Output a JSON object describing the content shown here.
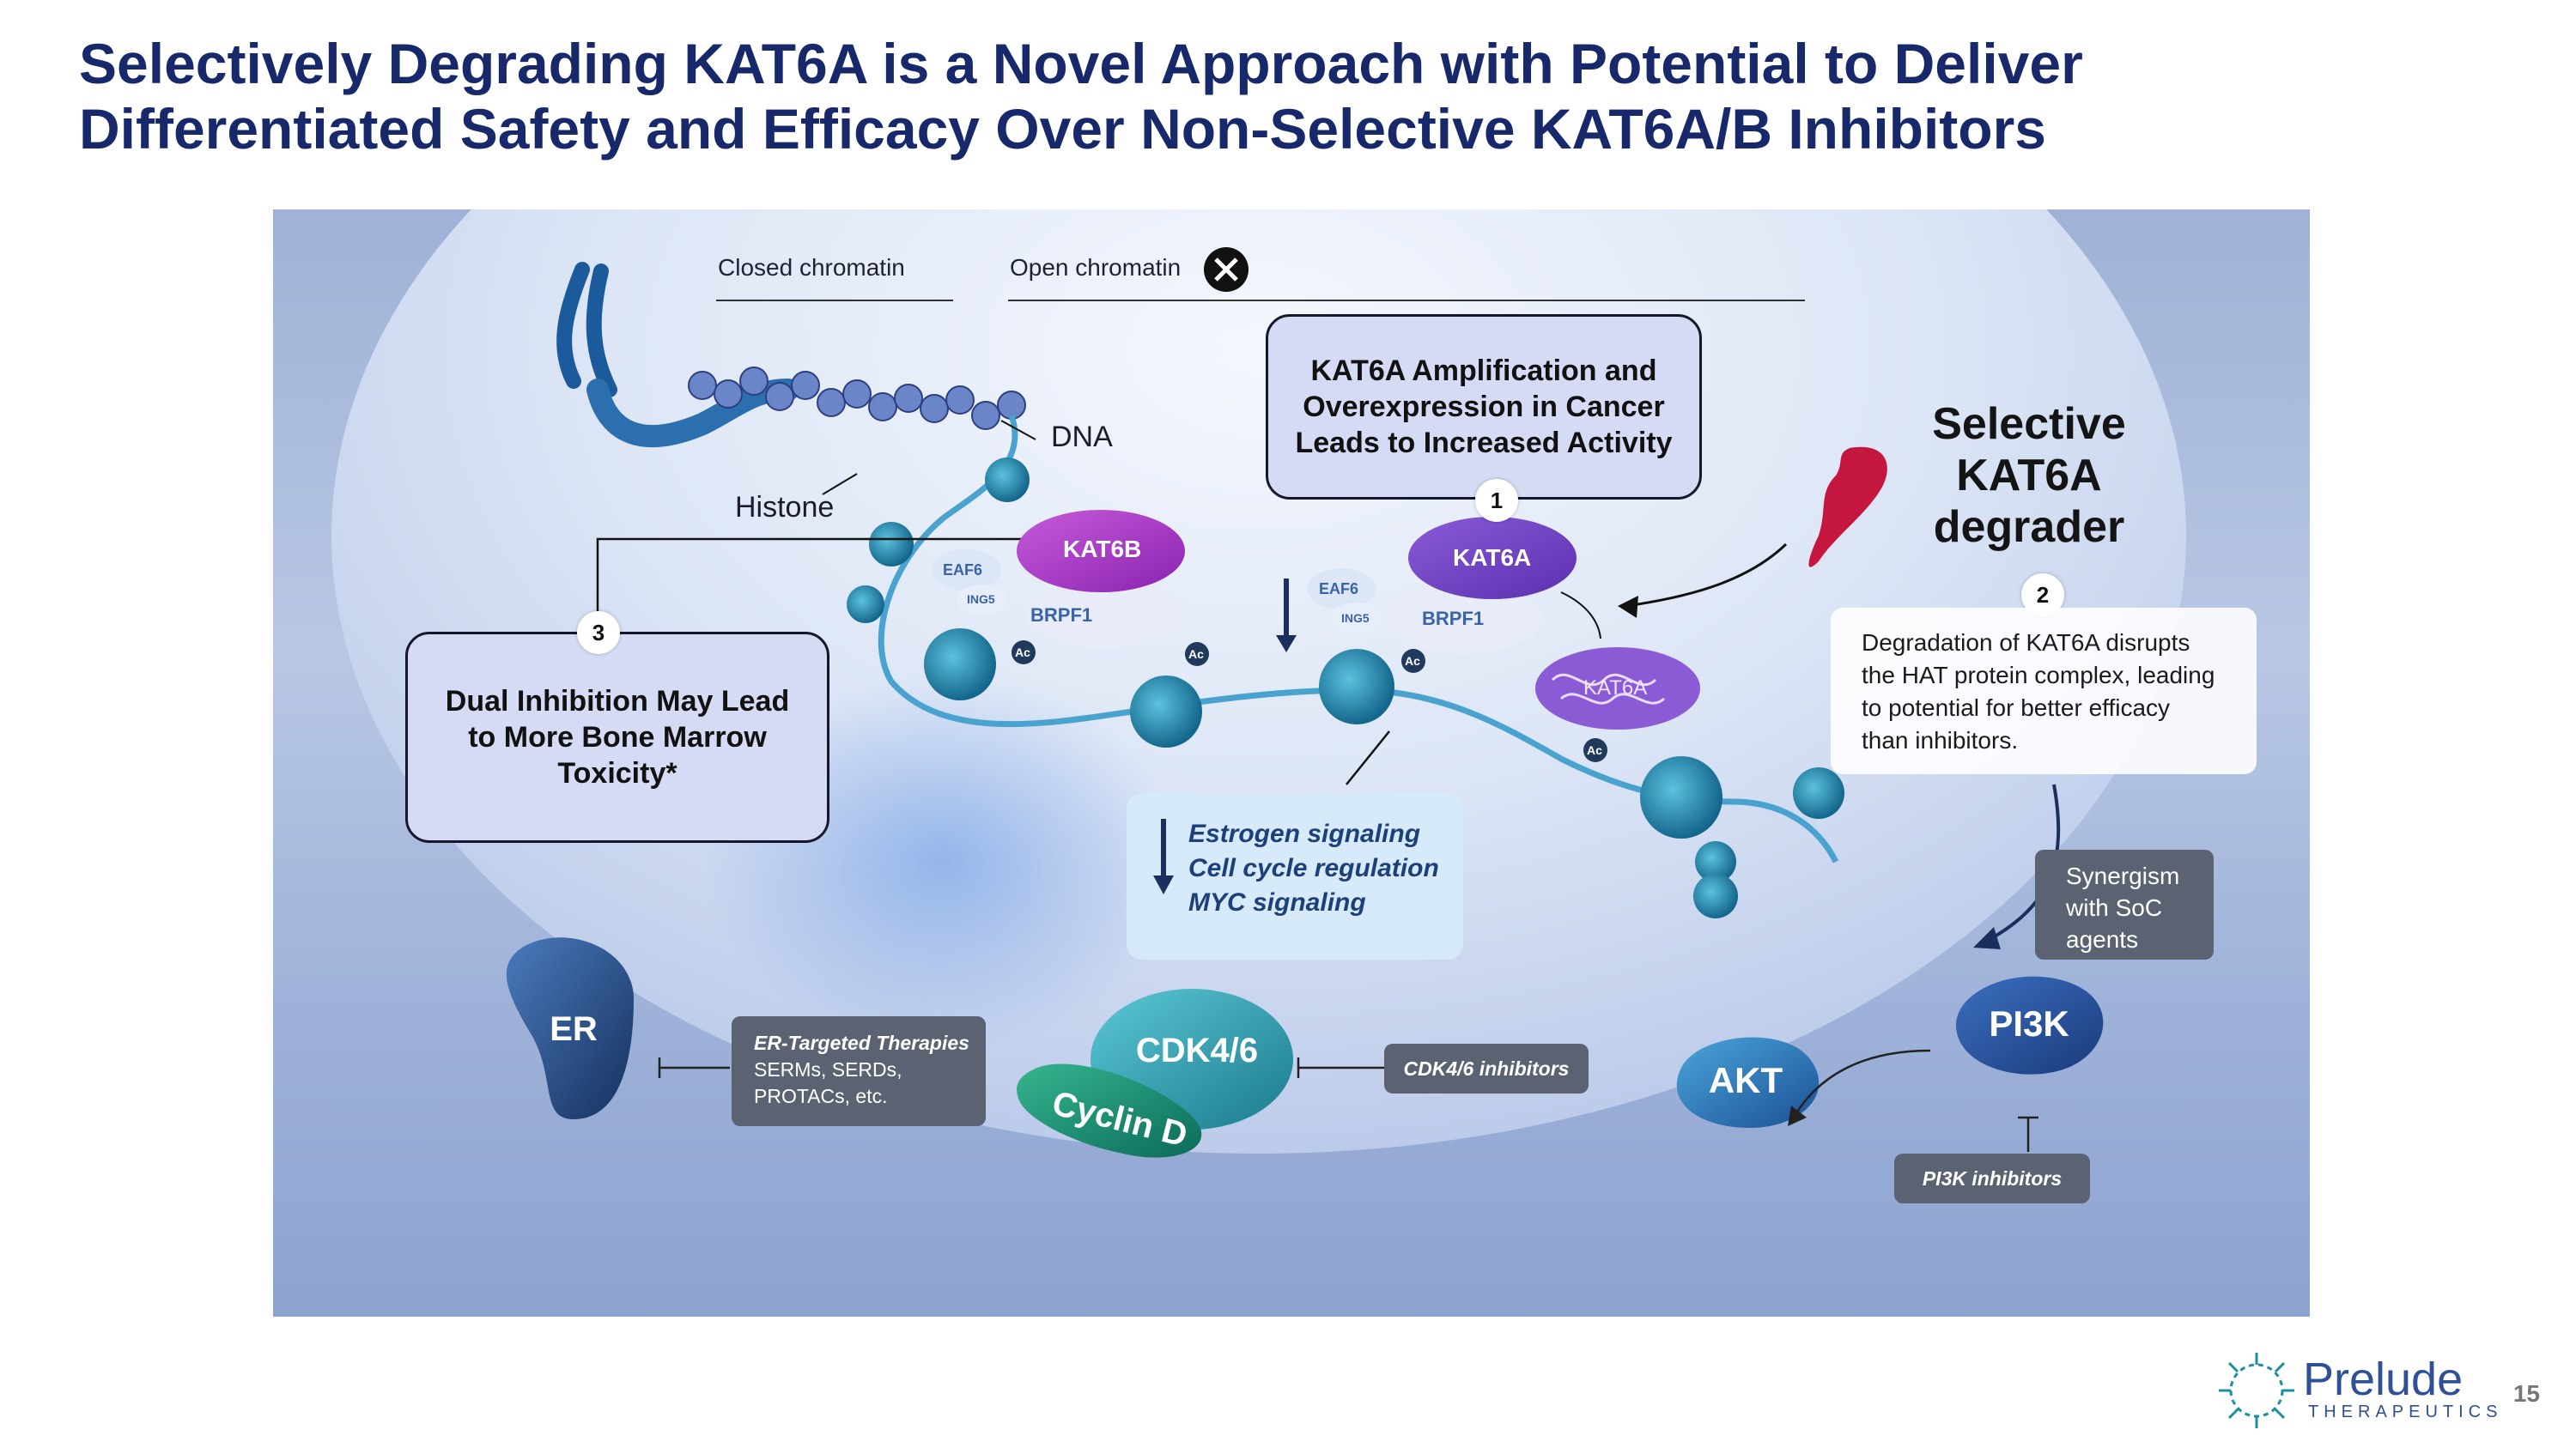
{
  "title": {
    "line1": "Selectively Degrading KAT6A is a Novel Approach with Potential to Deliver",
    "line2": "Differentiated Safety and Efficacy Over Non-Selective KAT6A/B Inhibitors"
  },
  "diagram": {
    "closed_chromatin": "Closed chromatin",
    "open_chromatin": "Open chromatin",
    "dna": "DNA",
    "histone": "Histone",
    "box1": {
      "number": "1",
      "line1": "KAT6A Amplification and",
      "line2": "Overexpression in Cancer",
      "line3": "Leads to Increased Activity"
    },
    "box3": {
      "number": "3",
      "line1": "Dual Inhibition May Lead",
      "line2": "to More Bone Marrow",
      "line3": "Toxicity*"
    },
    "selective": {
      "line1": "Selective",
      "line2": "KAT6A",
      "line3": "degrader"
    },
    "note2": {
      "number": "2",
      "line1": "Degradation of KAT6A disrupts",
      "line2": "the HAT protein complex, leading",
      "line3": "to potential for better efficacy",
      "line4": "than inhibitors."
    },
    "complex_left": {
      "kat": "KAT6B",
      "eaf6": "EAF6",
      "ing5": "ING5",
      "brpf1": "BRPF1"
    },
    "complex_right": {
      "kat": "KAT6A",
      "eaf6": "EAF6",
      "ing5": "ING5",
      "brpf1": "BRPF1"
    },
    "degraded": "KAT6A",
    "ac": "Ac",
    "signaling": {
      "line1": "Estrogen signaling",
      "line2": "Cell cycle regulation",
      "line3": "MYC signaling"
    },
    "synergism": {
      "line1": "Synergism",
      "line2": "with SoC",
      "line3": "agents"
    },
    "er": "ER",
    "er_box": {
      "line1": "ER-Targeted Therapies",
      "line2": "SERMs, SERDs,",
      "line3": "PROTACs, etc."
    },
    "cdk": "CDK4/6",
    "cyclin": "Cyclin D",
    "cdk_inhibitors": "CDK4/6 inhibitors",
    "akt": "AKT",
    "pi3k": "PI3K",
    "pi3k_inhibitors": "PI3K inhibitors"
  },
  "footer": {
    "brand": "Prelude",
    "brand_sub": "THERAPEUTICS",
    "page_number": "15"
  },
  "colors": {
    "title": "#17286b",
    "kat6b": "#a73ac8",
    "kat6a": "#6b3fc4",
    "box_fill": "#d6dbf5",
    "degrader": "#c4163f"
  }
}
